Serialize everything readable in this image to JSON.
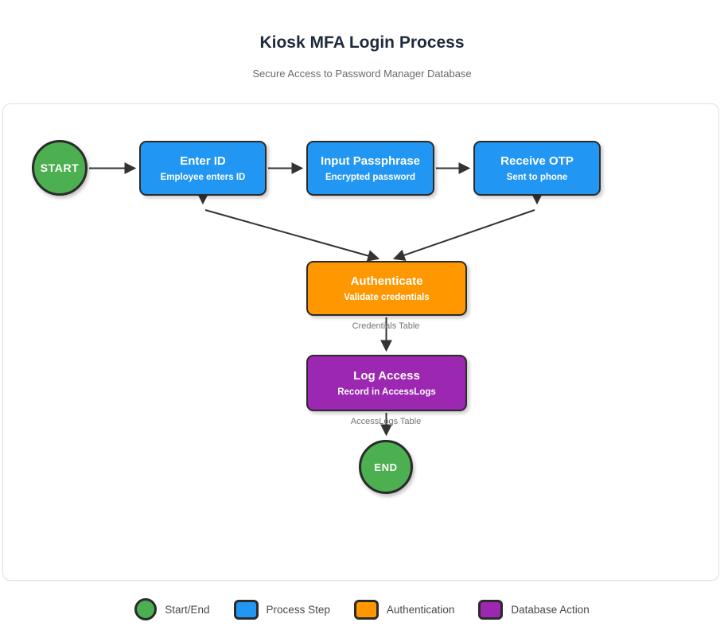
{
  "page": {
    "title": "Kiosk MFA Login Process",
    "subtitle": "Secure Access to Password Manager Database"
  },
  "colors": {
    "start_end": "#4caf50",
    "process_step": "#2196f3",
    "authentication": "#ff9800",
    "database_action": "#9c27b0",
    "node_border": "#2b2b2b",
    "arrow": "#333333",
    "title_text": "#1e2b3c",
    "subtitle_text": "#6a6a6a"
  },
  "nodes": {
    "start": {
      "label": "START"
    },
    "enter_id": {
      "title": "Enter ID",
      "subtitle": "Employee enters ID"
    },
    "input_passphrase": {
      "title": "Input Passphrase",
      "subtitle": "Encrypted password"
    },
    "receive_otp": {
      "title": "Receive OTP",
      "subtitle": "Sent to phone"
    },
    "authenticate": {
      "title": "Authenticate",
      "subtitle": "Validate credentials"
    },
    "log_access": {
      "title": "Log Access",
      "subtitle": "Record in AccessLogs"
    },
    "end": {
      "label": "END"
    }
  },
  "edge_labels": {
    "credentials": "Credentials Table",
    "accesslogs": "AccessLogs Table"
  },
  "legend": [
    {
      "label": "Start/End",
      "shape": "circle",
      "color": "#4caf50"
    },
    {
      "label": "Process Step",
      "shape": "rect",
      "color": "#2196f3"
    },
    {
      "label": "Authentication",
      "shape": "rect",
      "color": "#ff9800"
    },
    {
      "label": "Database Action",
      "shape": "rect",
      "color": "#9c27b0"
    }
  ]
}
